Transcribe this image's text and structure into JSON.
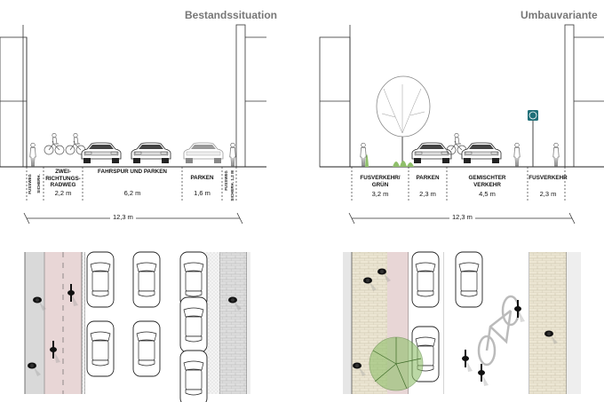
{
  "left": {
    "title": "Bestandssituation",
    "total": "12,3 m",
    "segments": [
      {
        "label": "FUSSWEG",
        "value": "",
        "vertical": true
      },
      {
        "label": "SICHERH.",
        "value": "",
        "vertical": true
      },
      {
        "label": "ZWEI-\nRICHTUNGS-\nRADWEG",
        "value": "2,2 m"
      },
      {
        "label": "FAHRSPUR UND PARKEN",
        "value": "6,2 m"
      },
      {
        "label": "PARKEN",
        "value": "1,6 m"
      },
      {
        "label": "FUSSWEG",
        "value": "",
        "vertical": true
      },
      {
        "label": "SICHERH. 1,2 M",
        "value": "",
        "vertical": true
      }
    ]
  },
  "right": {
    "title": "Umbauvariante",
    "total": "12,3 m",
    "segments": [
      {
        "label": "FUSVERKEHR/\nGRÜN",
        "value": "3,2 m"
      },
      {
        "label": "PARKEN",
        "value": "2,3 m"
      },
      {
        "label": "GEMISCHTER\nVERKEHR",
        "value": "4,5 m"
      },
      {
        "label": "FUSVERKEHR",
        "value": "2,3 m"
      }
    ]
  },
  "colors": {
    "bike_lane": "#e8d6d6",
    "paving_light": "#e9e4d2",
    "paving_grey": "#d9d9d9",
    "green": "#8fbf6a",
    "sign": "#1f6f78"
  }
}
